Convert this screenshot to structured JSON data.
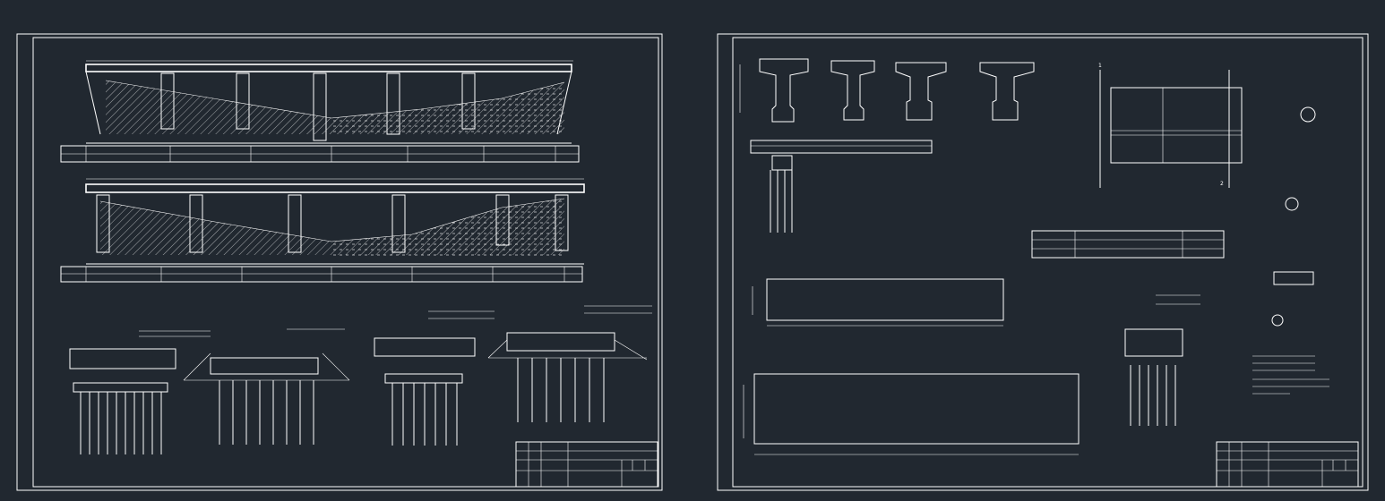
{
  "canvas": {
    "background": "#212830",
    "line_color": "#ffffff"
  },
  "sheets": [
    {
      "name": "sheet-1",
      "title_block": {
        "rows": 5,
        "cols": 6
      }
    },
    {
      "name": "sheet-2",
      "title_block": {
        "rows": 5,
        "cols": 6
      },
      "marks": {
        "section_1": "1",
        "section_2": "2"
      }
    }
  ]
}
